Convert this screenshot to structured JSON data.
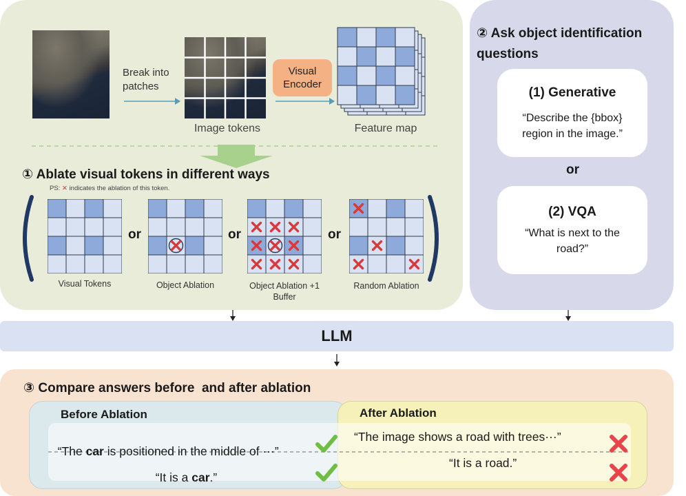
{
  "section1": {
    "break_label": "Break into patches",
    "encoder_label": "Visual Encoder",
    "image_tokens_label": "Image tokens",
    "feature_map_label": "Feature map",
    "heading": "① Ablate visual tokens in different ways",
    "ps_prefix": "PS:",
    "ps_text": "indicates the ablation of this token.",
    "or_word": "or",
    "grids": [
      {
        "caption": "Visual Tokens"
      },
      {
        "caption": "Object Ablation"
      },
      {
        "caption": "Object Ablation +1 Buffer"
      },
      {
        "caption": "Random Ablation"
      }
    ]
  },
  "section2": {
    "heading": "② Ask object identification questions",
    "generative_title": "(1)  Generative",
    "generative_quote": "“Describe the {bbox} region in the image.”",
    "or_word": "or",
    "vqa_title": "(2) VQA",
    "vqa_quote": "“What is next to the road?”"
  },
  "llm_label": "LLM",
  "section3": {
    "heading": "③ Compare answers before  and after ablation",
    "before_title": "Before Ablation",
    "after_title": "After Ablation",
    "before_answers": [
      {
        "pre": "“The ",
        "bold": "car",
        "post": " is positioned in the middle of ···”"
      },
      {
        "pre": "“It is a ",
        "bold": "car",
        "post": ".”"
      }
    ],
    "after_answers": [
      "“The image shows a road with trees···”",
      "“It is a road.”"
    ]
  },
  "colors": {
    "green_panel": "#e8ecd8",
    "purple_panel": "#d7d9ea",
    "orange_panel": "#f8e3d1",
    "llm_bar": "#d9e1f2",
    "dark_token": "#8eaadb",
    "light_token": "#d9e2f3",
    "encoder": "#f4b183",
    "cross": "#d9393b",
    "check": "#6fbe44"
  }
}
